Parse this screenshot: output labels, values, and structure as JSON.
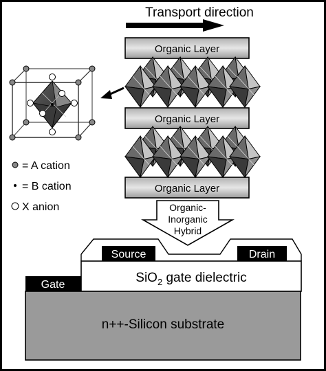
{
  "title": "Transport direction",
  "organic_layer_label": "Organic Layer",
  "legend": [
    {
      "symbol": "filled-gray-dot",
      "text": "= A cation"
    },
    {
      "symbol": "small-black-dot",
      "text": "= B cation"
    },
    {
      "symbol": "open-circle",
      "text": "X anion"
    }
  ],
  "hybrid_arrow": {
    "line1": "Organic-",
    "line2": "Inorganic",
    "line3": "Hybrid"
  },
  "device": {
    "source": "Source",
    "drain": "Drain",
    "dielectric_prefix": "SiO",
    "dielectric_sub": "2",
    "dielectric_suffix": " gate dielectric",
    "gate": "Gate",
    "substrate": "n++-Silicon substrate"
  }
}
